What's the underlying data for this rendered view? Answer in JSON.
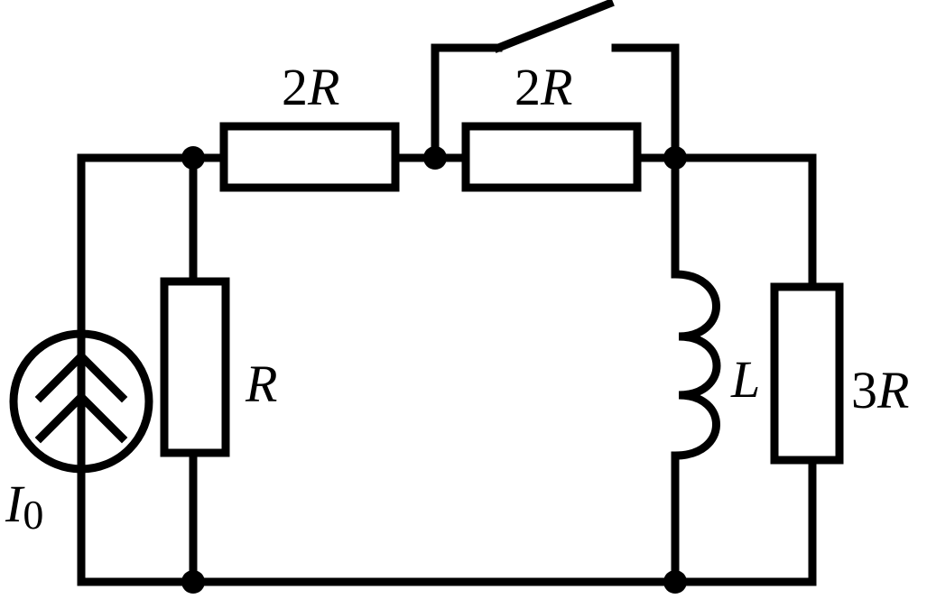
{
  "labels": {
    "r_top_left": {
      "coef": "2",
      "sym": "R"
    },
    "r_top_right": {
      "coef": "2",
      "sym": "R"
    },
    "r_left": {
      "coef": "",
      "sym": "R"
    },
    "r_right": {
      "coef": "3",
      "sym": "R"
    },
    "inductor": {
      "sym": "L"
    },
    "source": {
      "sym": "I",
      "sub": "0"
    }
  }
}
